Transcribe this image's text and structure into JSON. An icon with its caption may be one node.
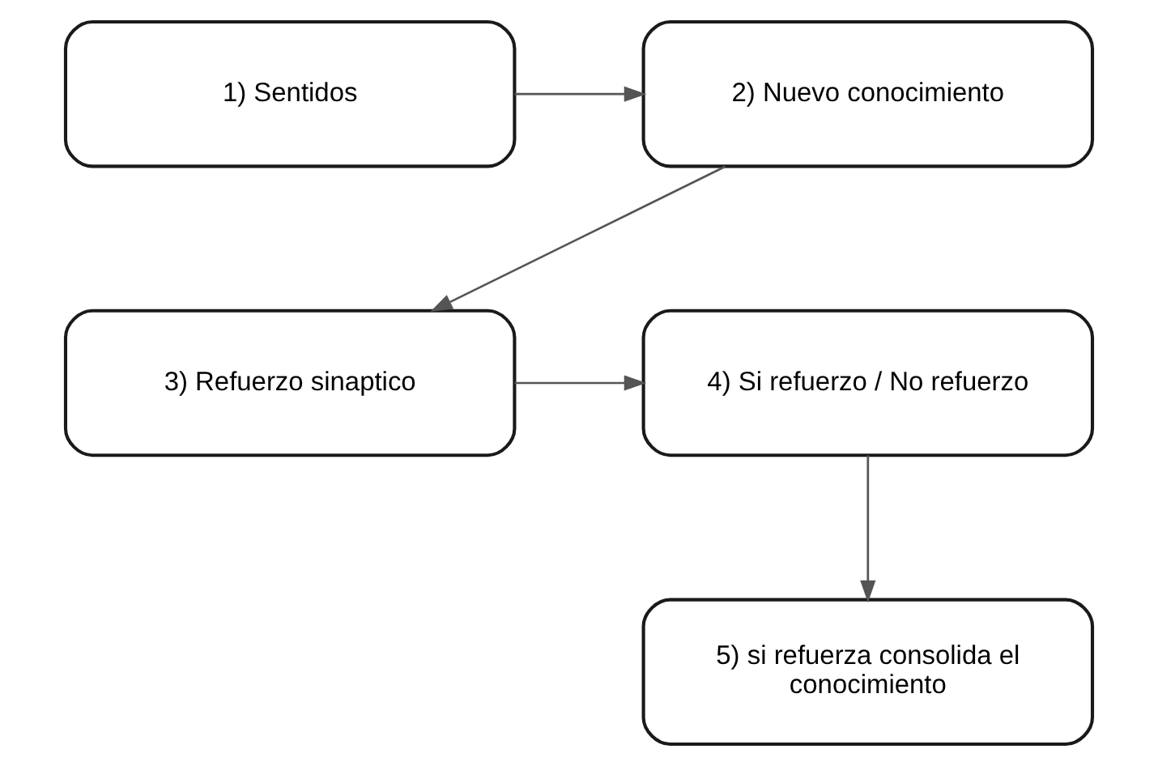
{
  "diagram": {
    "nodes": [
      {
        "text": [
          "1) Sentidos"
        ]
      },
      {
        "text": [
          "2) Nuevo conocimiento"
        ]
      },
      {
        "text": [
          "3) Refuerzo sinaptico"
        ]
      },
      {
        "text": [
          "4) Si refuerzo / No refuerzo"
        ]
      },
      {
        "text": [
          "5) si refuerza consolida el conocimiento"
        ]
      }
    ],
    "edges": [
      {
        "from": 0,
        "to": 1,
        "arrow": "to"
      },
      {
        "from": 1,
        "to": 2,
        "arrow": "to"
      },
      {
        "from": 2,
        "to": 3,
        "arrow": "to"
      },
      {
        "from": 3,
        "to": 4,
        "arrow": "to"
      }
    ]
  }
}
